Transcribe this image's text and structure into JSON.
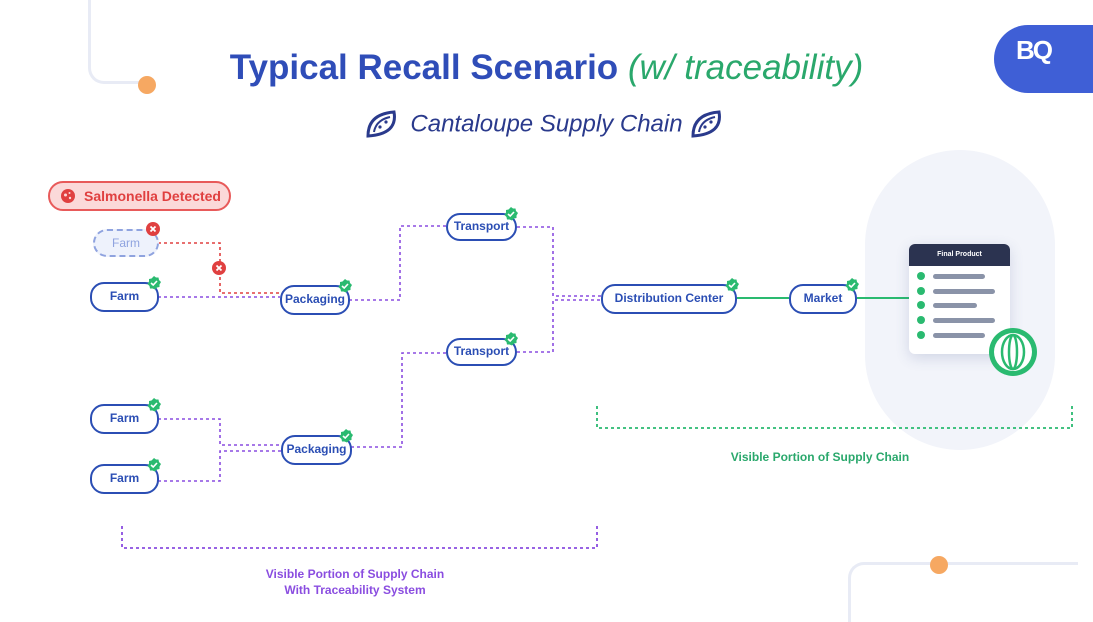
{
  "title": {
    "main": "Typical Recall Scenario",
    "italic": "(w/ traceability)",
    "subtitle": "Cantaloupe Supply Chain"
  },
  "logo": {
    "text": "BQ"
  },
  "alert": {
    "label": "Salmonella Detected"
  },
  "nodes": {
    "farm_ghost": "Farm",
    "farm_1": "Farm",
    "farm_2": "Farm",
    "farm_3": "Farm",
    "packaging_1": "Packaging",
    "packaging_2": "Packaging",
    "transport_1": "Transport",
    "transport_2": "Transport",
    "distribution": "Distribution Center",
    "market": "Market"
  },
  "card": {
    "title": "Final Product"
  },
  "labels": {
    "visible_portion": "Visible Portion of Supply Chain",
    "traceability_line1": "Visible Portion of Supply Chain",
    "traceability_line2": "With Traceability System"
  },
  "colors": {
    "primary": "#2b4eb4",
    "green": "#2aba70",
    "purple": "#8a4de0",
    "red": "#e04040",
    "orange": "#f6a862"
  }
}
